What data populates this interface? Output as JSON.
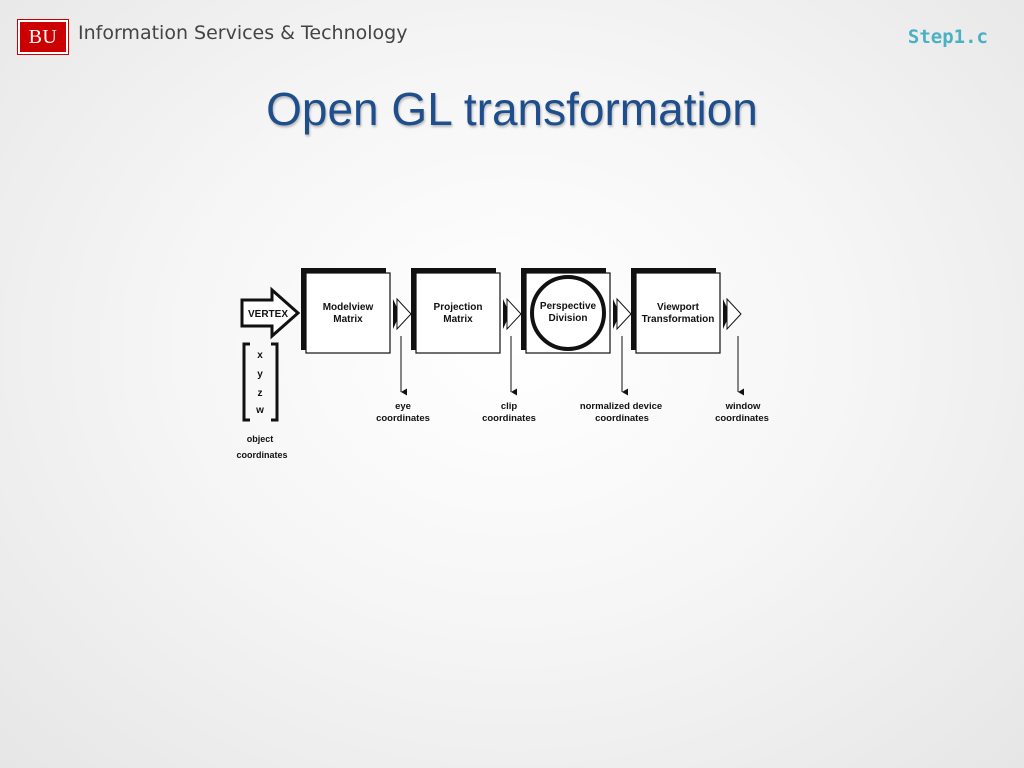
{
  "header": {
    "logo_text": "BU",
    "brand_text": "Information Services & Technology",
    "filename": "Step1.c"
  },
  "slide": {
    "title": "Open GL transformation"
  },
  "diagram": {
    "vertex_label": "VERTEX",
    "vector_components": [
      "x",
      "y",
      "z",
      "w"
    ],
    "object_coords_line1": "object",
    "object_coords_line2": "coordinates",
    "stages": [
      {
        "line1": "Modelview",
        "line2": "Matrix"
      },
      {
        "line1": "Projection",
        "line2": "Matrix"
      },
      {
        "line1": "Perspective",
        "line2": "Division"
      },
      {
        "line1": "Viewport",
        "line2": "Transformation"
      }
    ],
    "outputs": [
      {
        "line1": "eye",
        "line2": "coordinates"
      },
      {
        "line1": "clip",
        "line2": "coordinates"
      },
      {
        "line1": "normalized device",
        "line2": "coordinates"
      },
      {
        "line1": "window",
        "line2": "coordinates"
      }
    ]
  }
}
